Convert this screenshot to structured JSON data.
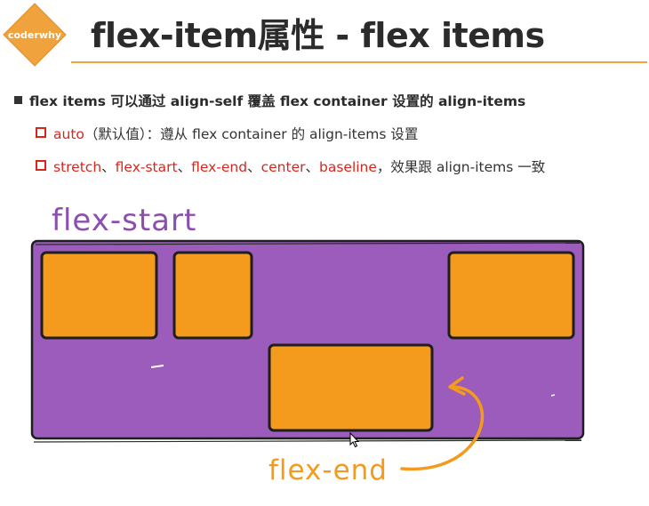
{
  "logo": {
    "text": "coderwhy",
    "color": "#f0a23c"
  },
  "title": "flex-item属性 - flex items",
  "bullets": {
    "main": "flex items 可以通过 align-self 覆盖 flex container 设置的 align-items",
    "sub1": {
      "highlight": "auto",
      "rest": "（默认值）：遵从 flex container 的 align-items 设置"
    },
    "sub2": {
      "items": [
        "stretch",
        "flex-start",
        "flex-end",
        "center",
        "baseline"
      ],
      "separator": "、",
      "rest": "，效果跟 align-items 一致"
    }
  },
  "diagram": {
    "top_label": "flex-start",
    "bottom_label": "flex-end",
    "container_color": "#9b5cbb",
    "item_color": "#f49a1c",
    "top_label_color": "#8c4fb0",
    "bottom_label_color": "#f49a1c"
  }
}
